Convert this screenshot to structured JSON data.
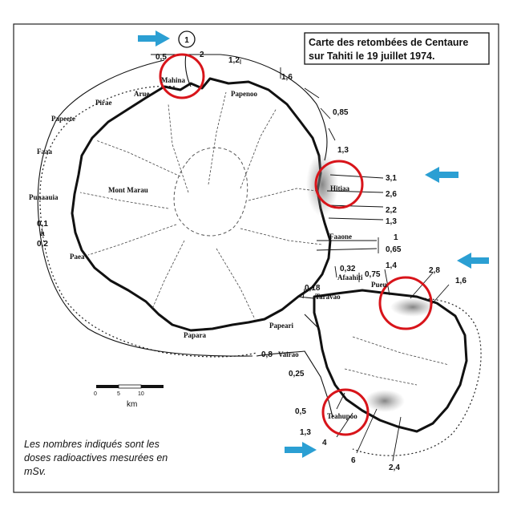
{
  "title": {
    "line1": "Carte des retombées de Centaure",
    "line2": "sur Tahiti le 19 juillet 1974."
  },
  "note": {
    "line1": "Les nombres indiqués  sont les",
    "line2": "doses radioactives mesurées en",
    "line3": "mSv."
  },
  "marker": "1",
  "places": {
    "mahina": "Mahina",
    "arue": "Arue",
    "papenoo": "Papenoo",
    "pirae": "Pirae",
    "papeete": "Papeete",
    "faaa": "Faaa",
    "punaauia": "Punaauia",
    "mont_marau": "Mont Marau",
    "paea": "Paea",
    "papara": "Papara",
    "hitiaa": "Hitiaa",
    "faaone": "Faaone",
    "afaahiti": "Afaahiti",
    "taravao": "Taravao",
    "pueu": "Pueu",
    "papeari": "Papeari",
    "vairao": "Vairao",
    "teahupoo": "Teahupoo"
  },
  "doses": {
    "d0_5_north": "0,5",
    "d2": "2",
    "d1_2": "1,2",
    "d1_6_north": "1,6",
    "d0_85": "0,85",
    "d1_3_east": "1,3",
    "d3_1": "3,1",
    "d2_6": "2,6",
    "d2_2": "2,2",
    "d1_3_mid": "1,3",
    "d1": "1",
    "d0_65": "0,65",
    "d0_32": "0,32",
    "d0_75": "0,75",
    "d1_4": "1,4",
    "d2_8": "2,8",
    "d1_6_east": "1,6",
    "d0_18": "0,18",
    "d0_1": "0,1",
    "a": "à",
    "d0_2": "0,2",
    "d0_8": "0,8",
    "d0_25": "0,25",
    "d0_5_south": "0,5",
    "d1_3_south": "1,3",
    "d4": "4",
    "d6": "6",
    "d2_4": "2,4"
  },
  "scale": {
    "ticks": [
      "0",
      "5",
      "10"
    ],
    "unit": "km"
  },
  "colors": {
    "highlight_circle": "#d8141a",
    "arrow": "#2b9fd3"
  }
}
